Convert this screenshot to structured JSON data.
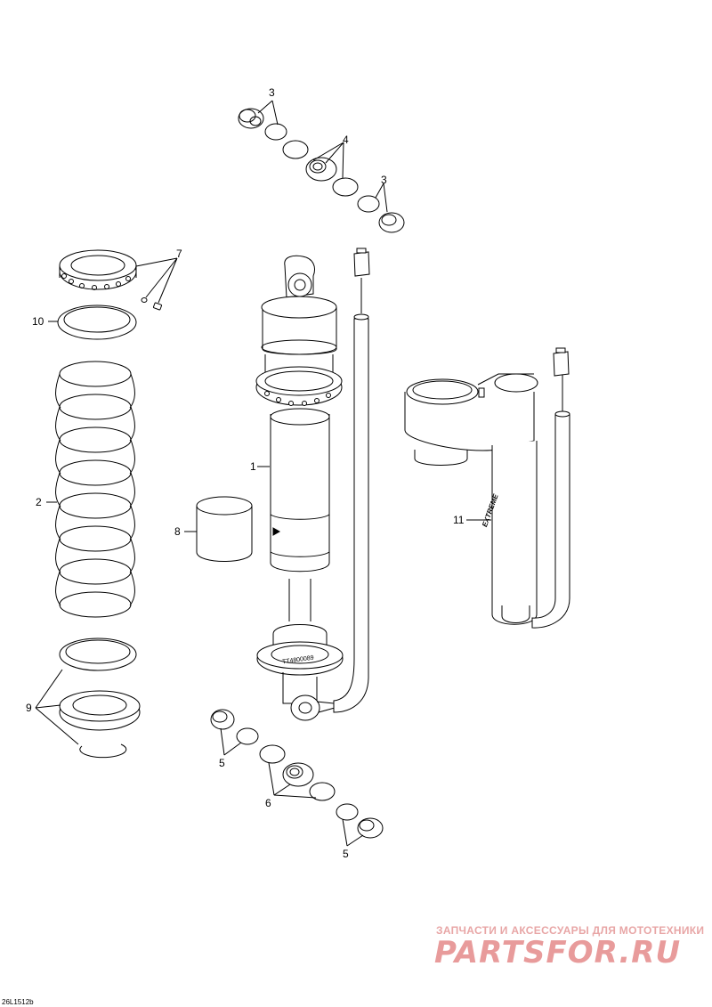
{
  "callouts": {
    "c1": "1",
    "c2": "2",
    "c3a": "3",
    "c3b": "3",
    "c4": "4",
    "c5a": "5",
    "c5b": "5",
    "c6": "6",
    "c7": "7",
    "c8": "8",
    "c9": "9",
    "c10": "10",
    "c11": "11"
  },
  "serial_text": "TT4800089",
  "reservoir_label": "EXTREME",
  "reference_code": "26L1512b",
  "watermark": {
    "tagline": "ЗАПЧАСТИ И АКСЕССУАРЫ ДЛЯ МОТОТЕХНИКИ",
    "logo_text": "PARTSFOR.RU"
  },
  "colors": {
    "line": "#000000",
    "fill": "#ffffff",
    "watermark": "#e89b9b"
  }
}
